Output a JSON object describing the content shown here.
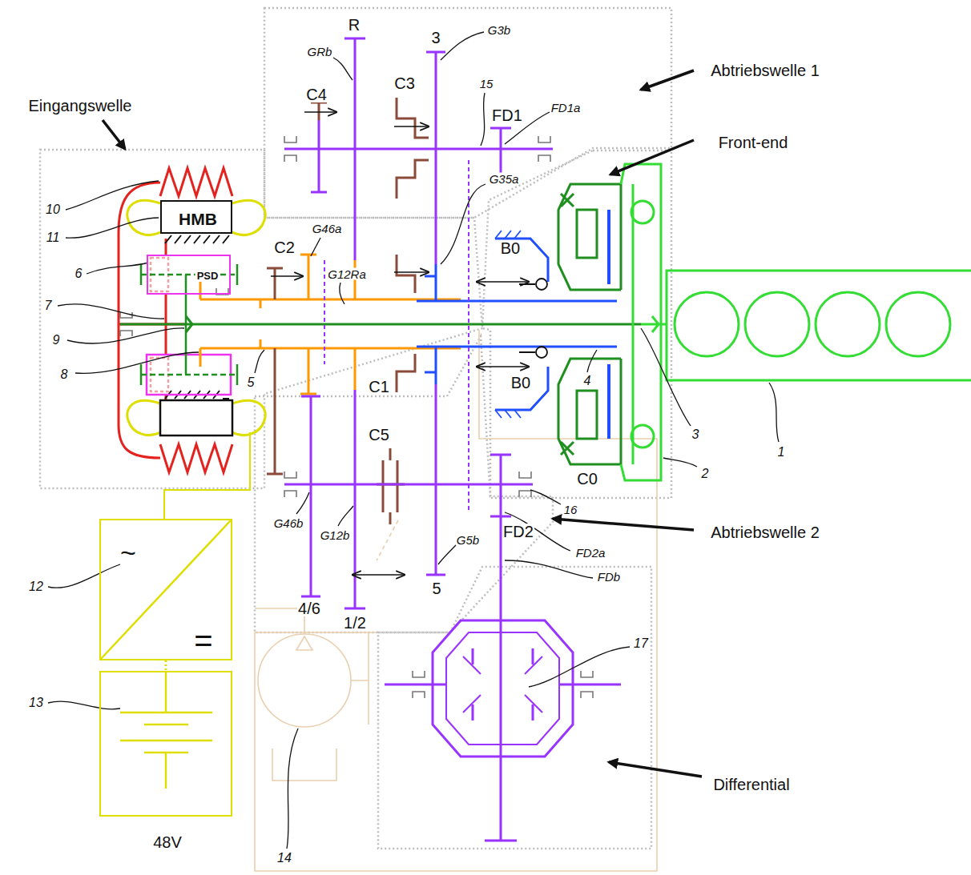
{
  "diagram": {
    "nodes": [
      {
        "text": [
          "HMB"
        ]
      },
      {
        "text": [
          "PSD"
        ]
      },
      {
        "text": [
          "~",
          "="
        ]
      },
      {
        "text": [
          "48V"
        ]
      }
    ],
    "edges": [
      {
        "from": 2,
        "to": 3,
        "arrow": "none"
      }
    ],
    "labels": [
      "Eingangswelle",
      "Abtriebswelle 1",
      "Front-end",
      "Abtriebswelle 2",
      "Differential",
      "R",
      "3",
      "G3b",
      "GRb",
      "C4",
      "C3",
      "15",
      "FD1",
      "FD1a",
      "G35a",
      "B0",
      "C2",
      "G46a",
      "G12Ra",
      "C1",
      "B0",
      "4",
      "3",
      "C0",
      "2",
      "1",
      "C5",
      "16",
      "FD2",
      "FD2a",
      "G5b",
      "5",
      "G46b",
      "G12b",
      "4/6",
      "1/2",
      "FDb",
      "17",
      "10",
      "11",
      "6",
      "7",
      "9",
      "8",
      "5",
      "12",
      "13",
      "14"
    ]
  }
}
